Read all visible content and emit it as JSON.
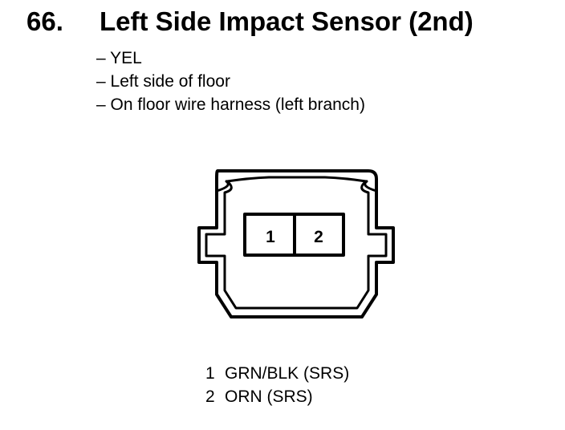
{
  "title": {
    "number": "66.",
    "text": "Left Side Impact Sensor (2nd)"
  },
  "info": [
    "– YEL",
    "– Left side of floor",
    "– On floor wire harness (left branch)"
  ],
  "connector": {
    "cavities": [
      "1",
      "2"
    ]
  },
  "pins": [
    {
      "num": "1",
      "desc": "GRN/BLK (SRS)"
    },
    {
      "num": "2",
      "desc": "ORN (SRS)"
    }
  ]
}
